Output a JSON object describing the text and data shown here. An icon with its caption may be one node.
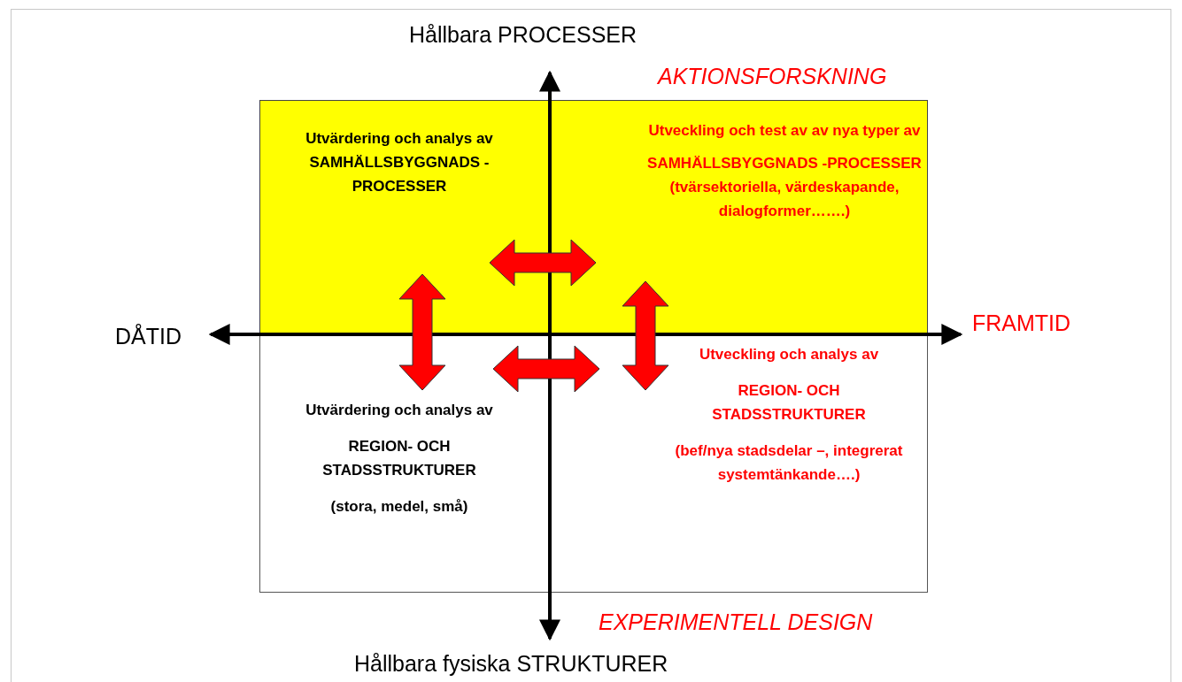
{
  "diagram": {
    "nodes": [
      {
        "text": [],
        "shape": "box"
      },
      {
        "text": [
          "Utvärdering och analys av SAMHÄLLSBYGGNADS -PROCESSER"
        ],
        "in": 0
      },
      {
        "text": [
          "Utveckling och test av av nya typer av",
          "SAMHÄLLSBYGGNADS -PROCESSER (tvärsektoriella, värdeskapande, dialogformer…….)"
        ],
        "in": 0
      },
      {
        "text": [],
        "shape": "box"
      },
      {
        "text": [
          "Utvärdering och analys av",
          "REGION- OCH STADSSTRUKTURER",
          "(stora, medel, små)"
        ],
        "in": 3
      },
      {
        "text": [
          "Utveckling och analys av",
          "REGION- OCH STADSSTRUKTURER",
          "(bef/nya stadsdelar –, integrerat systemtänkande….)"
        ],
        "in": 3
      }
    ],
    "edges": [
      {
        "from": 1,
        "to": 2,
        "arrow": "both"
      },
      {
        "from": 1,
        "to": 4,
        "arrow": "both"
      },
      {
        "from": 4,
        "to": 5,
        "arrow": "both"
      },
      {
        "from": 2,
        "to": 5,
        "arrow": "both"
      }
    ],
    "labels": [
      "Hållbara PROCESSER",
      "AKTIONSFORSKNING",
      "DÅTID",
      "FRAMTID",
      "EXPERIMENTELL DESIGN",
      "Hållbara fysiska STRUKTURER"
    ]
  }
}
